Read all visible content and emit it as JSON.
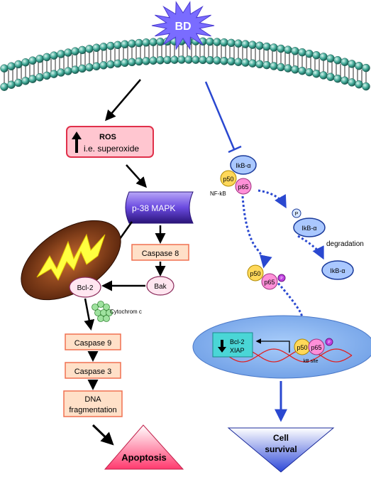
{
  "stimulus": {
    "label": "BD",
    "color": "#6a5cff"
  },
  "ros": {
    "title": "ROS",
    "subtitle": "i.e. superoxide",
    "fill": "#ffc6d0",
    "stroke": "#e0304a"
  },
  "p38": {
    "label": "p-38 MAPK",
    "color": "#5a38c8"
  },
  "caspase8": {
    "label": "Caspase 8"
  },
  "bak": {
    "label": "Bak"
  },
  "bcl2": {
    "label": "Bcl-2"
  },
  "cytochrome": {
    "label": "Cytochrom c",
    "color": "#7ecf7e"
  },
  "caspase9": {
    "label": "Caspase 9"
  },
  "caspase3": {
    "label": "Caspase 3"
  },
  "dna_frag": {
    "line1": "DNA",
    "line2": "fragmentation"
  },
  "apoptosis": {
    "label": "Apoptosis"
  },
  "ikb_complex": {
    "ikb": "IkB-α",
    "p50": "p50",
    "p65": "p65",
    "nfkb": "NF-kB"
  },
  "phospho": {
    "symbol": "P"
  },
  "ikb_p": {
    "label": "IkB-α"
  },
  "degradation": {
    "label": "degradation"
  },
  "ikb_free": {
    "label": "IkB-α"
  },
  "nfkb_free": {
    "p50": "p50",
    "p65": "p65"
  },
  "nucleus": {
    "genes_line1": "Bcl-2",
    "genes_line2": "XIAP",
    "p50": "p50",
    "p65": "p65",
    "kb_site": "kB site",
    "fill": "#7fb2f0"
  },
  "cell_survival": {
    "line1": "Cell",
    "line2": "survival"
  },
  "colors": {
    "membrane_bead": "#2f8f82",
    "box_fill": "#ffe0c8",
    "box_stroke": "#f07050",
    "p50_fill": "#ffd85a",
    "p65_fill": "#ff90d8",
    "ikb_fill": "#aac8ff",
    "inhibit_line": "#2255cc"
  }
}
